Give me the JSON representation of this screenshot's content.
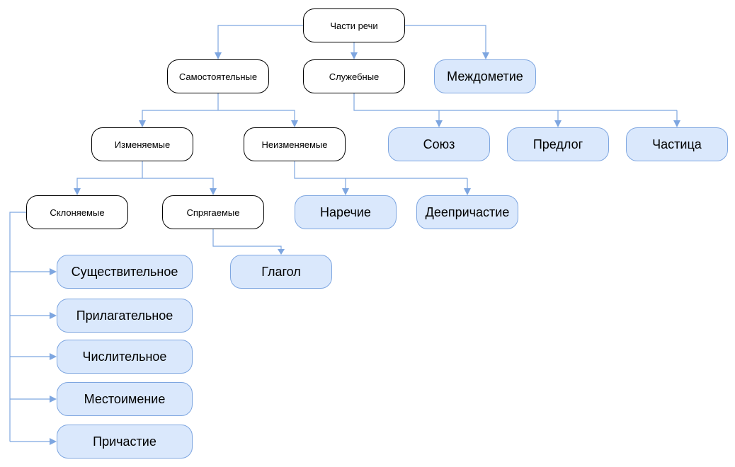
{
  "nodes": {
    "root": "Части речи",
    "independent": "Самостоятельные",
    "auxiliary": "Служебные",
    "interjection": "Междометие",
    "inflected": "Изменяемые",
    "uninflected": "Неизменяемые",
    "conjunction": "Союз",
    "preposition": "Предлог",
    "particle": "Частица",
    "declinable": "Склоняемые",
    "conjugated": "Спрягаемые",
    "adverb": "Наречие",
    "adverbial_participle": "Деепричастие",
    "verb": "Глагол",
    "noun": "Существительное",
    "adjective": "Прилагательное",
    "numeral": "Числительное",
    "pronoun": "Местоимение",
    "participle": "Причастие"
  },
  "colors": {
    "category_fill": "#ffffff",
    "category_border": "#000000",
    "leaf_fill": "#dae8fc",
    "leaf_border": "#7ea6e0",
    "connector": "#7ea6e0"
  }
}
